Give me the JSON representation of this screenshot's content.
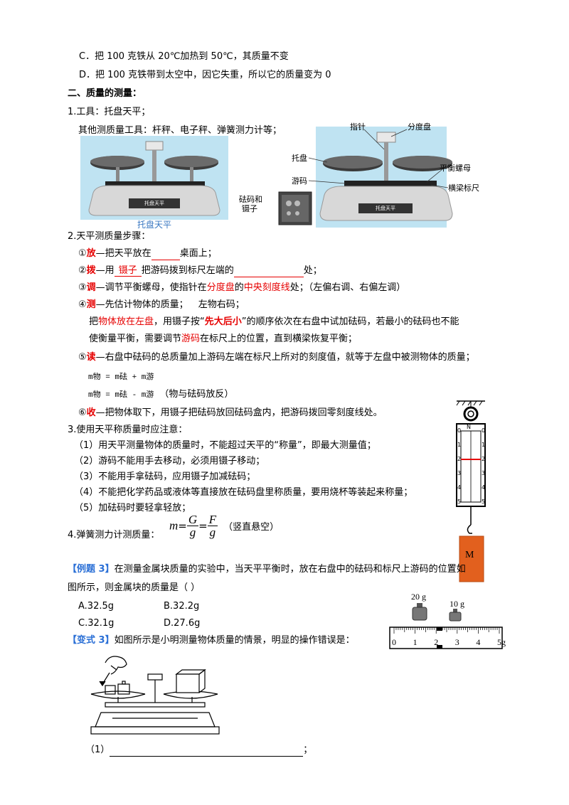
{
  "options_prev": {
    "c": "C．把 100 克铁从 20℃加热到 50℃，其质量不变",
    "d": "D．把 100 克铁带到太空中，因它失重，所以它的质量变为 0"
  },
  "section2_title": "二、质量的测量：",
  "tools": {
    "line1": "1.工具：托盘天平；",
    "line2": "其他测质量工具：杆秤、电子秤、弹簧测力计等；"
  },
  "fig_left": {
    "plate_text": "托盘天平",
    "caption": "托盘天平"
  },
  "fig_right": {
    "labels": {
      "pointer": "指针",
      "scale_plate": "分度盘",
      "pan": "托盘",
      "rider": "游码",
      "nut": "平衡螺母",
      "beam": "横梁标尺",
      "weights": "砝码和",
      "tweezers": "镊子"
    },
    "plate_text": "托盘天平"
  },
  "steps": {
    "title": "2.天平测质量步骤：",
    "s1": {
      "num": "①",
      "key": "放",
      "a": "—把天平放在",
      "b": "桌面上；"
    },
    "s2": {
      "num": "②",
      "key": "拨",
      "a": "—用",
      "fill": "镊子",
      "b": "把游码拨到标尺左端的",
      "c": "处；"
    },
    "s3": {
      "num": "③",
      "key": "调",
      "a": "—调节平衡螺母，使指针在",
      "r1": "分度盘",
      "b": "的",
      "r2": "中央刻度线",
      "c": "处；（左偏右调、右偏左调）"
    },
    "s4": {
      "num": "④",
      "key": "测",
      "a": "—先估计物体的质量；",
      "b": "左物右码；"
    },
    "s4_l2": {
      "a": "把",
      "r1": "物体放在左盘",
      "b": "，用镊子按“",
      "r2": "先大后小",
      "c": "”的顺序依次在右盘中试加砝码，若最小的砝码也不能"
    },
    "s4_l3": "使衡量平衡，需要调节",
    "s4_l3_red": "游码",
    "s4_l3_b": "在标尺上的位置，直到横梁恢复平衡；",
    "s5": {
      "num": "⑤",
      "key": "读",
      "a": "—右盘中砝码的总质量加上游码左端在标尺上所对的刻度值，就等于左盘中被测物体的质量；"
    },
    "f1": "m物 = m砝 + m游",
    "f2": "m物 = m砝 - m游",
    "f2_note": "（物与砝码放反）",
    "s6": {
      "num": "⑥",
      "key": "收",
      "a": "—把物体取下，用镊子把砝码放回砝码盒内，把游码拨回零刻度线处。"
    }
  },
  "notes": {
    "title": "3.使用天平称质量时应注意：",
    "n1": "（1）用天平测量物体的质量时，不能超过天平的“称量”，即最大测量值；",
    "n2": "（2）游码不能用手去移动，必须用镊子移动；",
    "n3": "（3）不能用手拿砝码，应用镊子加减砝码；",
    "n4": "（4）不能把化学药品或液体等直接放在砝码盘里称质量，要用烧杯等装起来称量；",
    "n5": "（5）加砝码时要轻拿轻放；"
  },
  "spring": {
    "line": "4.弹簧测力计测质量：",
    "m": "m",
    "G": "G",
    "F": "F",
    "g": "g",
    "note": "（竖直悬空）",
    "top_label": "N",
    "ticks": [
      "0",
      "1",
      "2",
      "3",
      "4",
      "5"
    ],
    "mass": "M"
  },
  "example3": {
    "tag": "【例题 3】",
    "text": "在测量金属块质量的实验中，当天平平衡时，放在右盘中的砝码和标尺上游码的位置如",
    "text2": "图所示，则金属块的质量是（        ）",
    "A": "A.32.5g",
    "B": "B.32.2g",
    "C": "C.32.1g",
    "D": "D.27.6g",
    "w20": "20 g",
    "w10": "10 g",
    "ruler": [
      "0",
      "1",
      "2",
      "3",
      "4",
      "5g"
    ]
  },
  "variant3": {
    "tag": "【变式 3】",
    "text": "如图所示是小明测量物体质量的情景，明显的操作错误是：",
    "ans1_prefix": "（1）",
    "ans1_suffix": "；"
  },
  "colors": {
    "red": "#e60000",
    "blue_tag": "#2a6fd6",
    "orange": "#e2601e",
    "sky": "#bfe3f2"
  }
}
